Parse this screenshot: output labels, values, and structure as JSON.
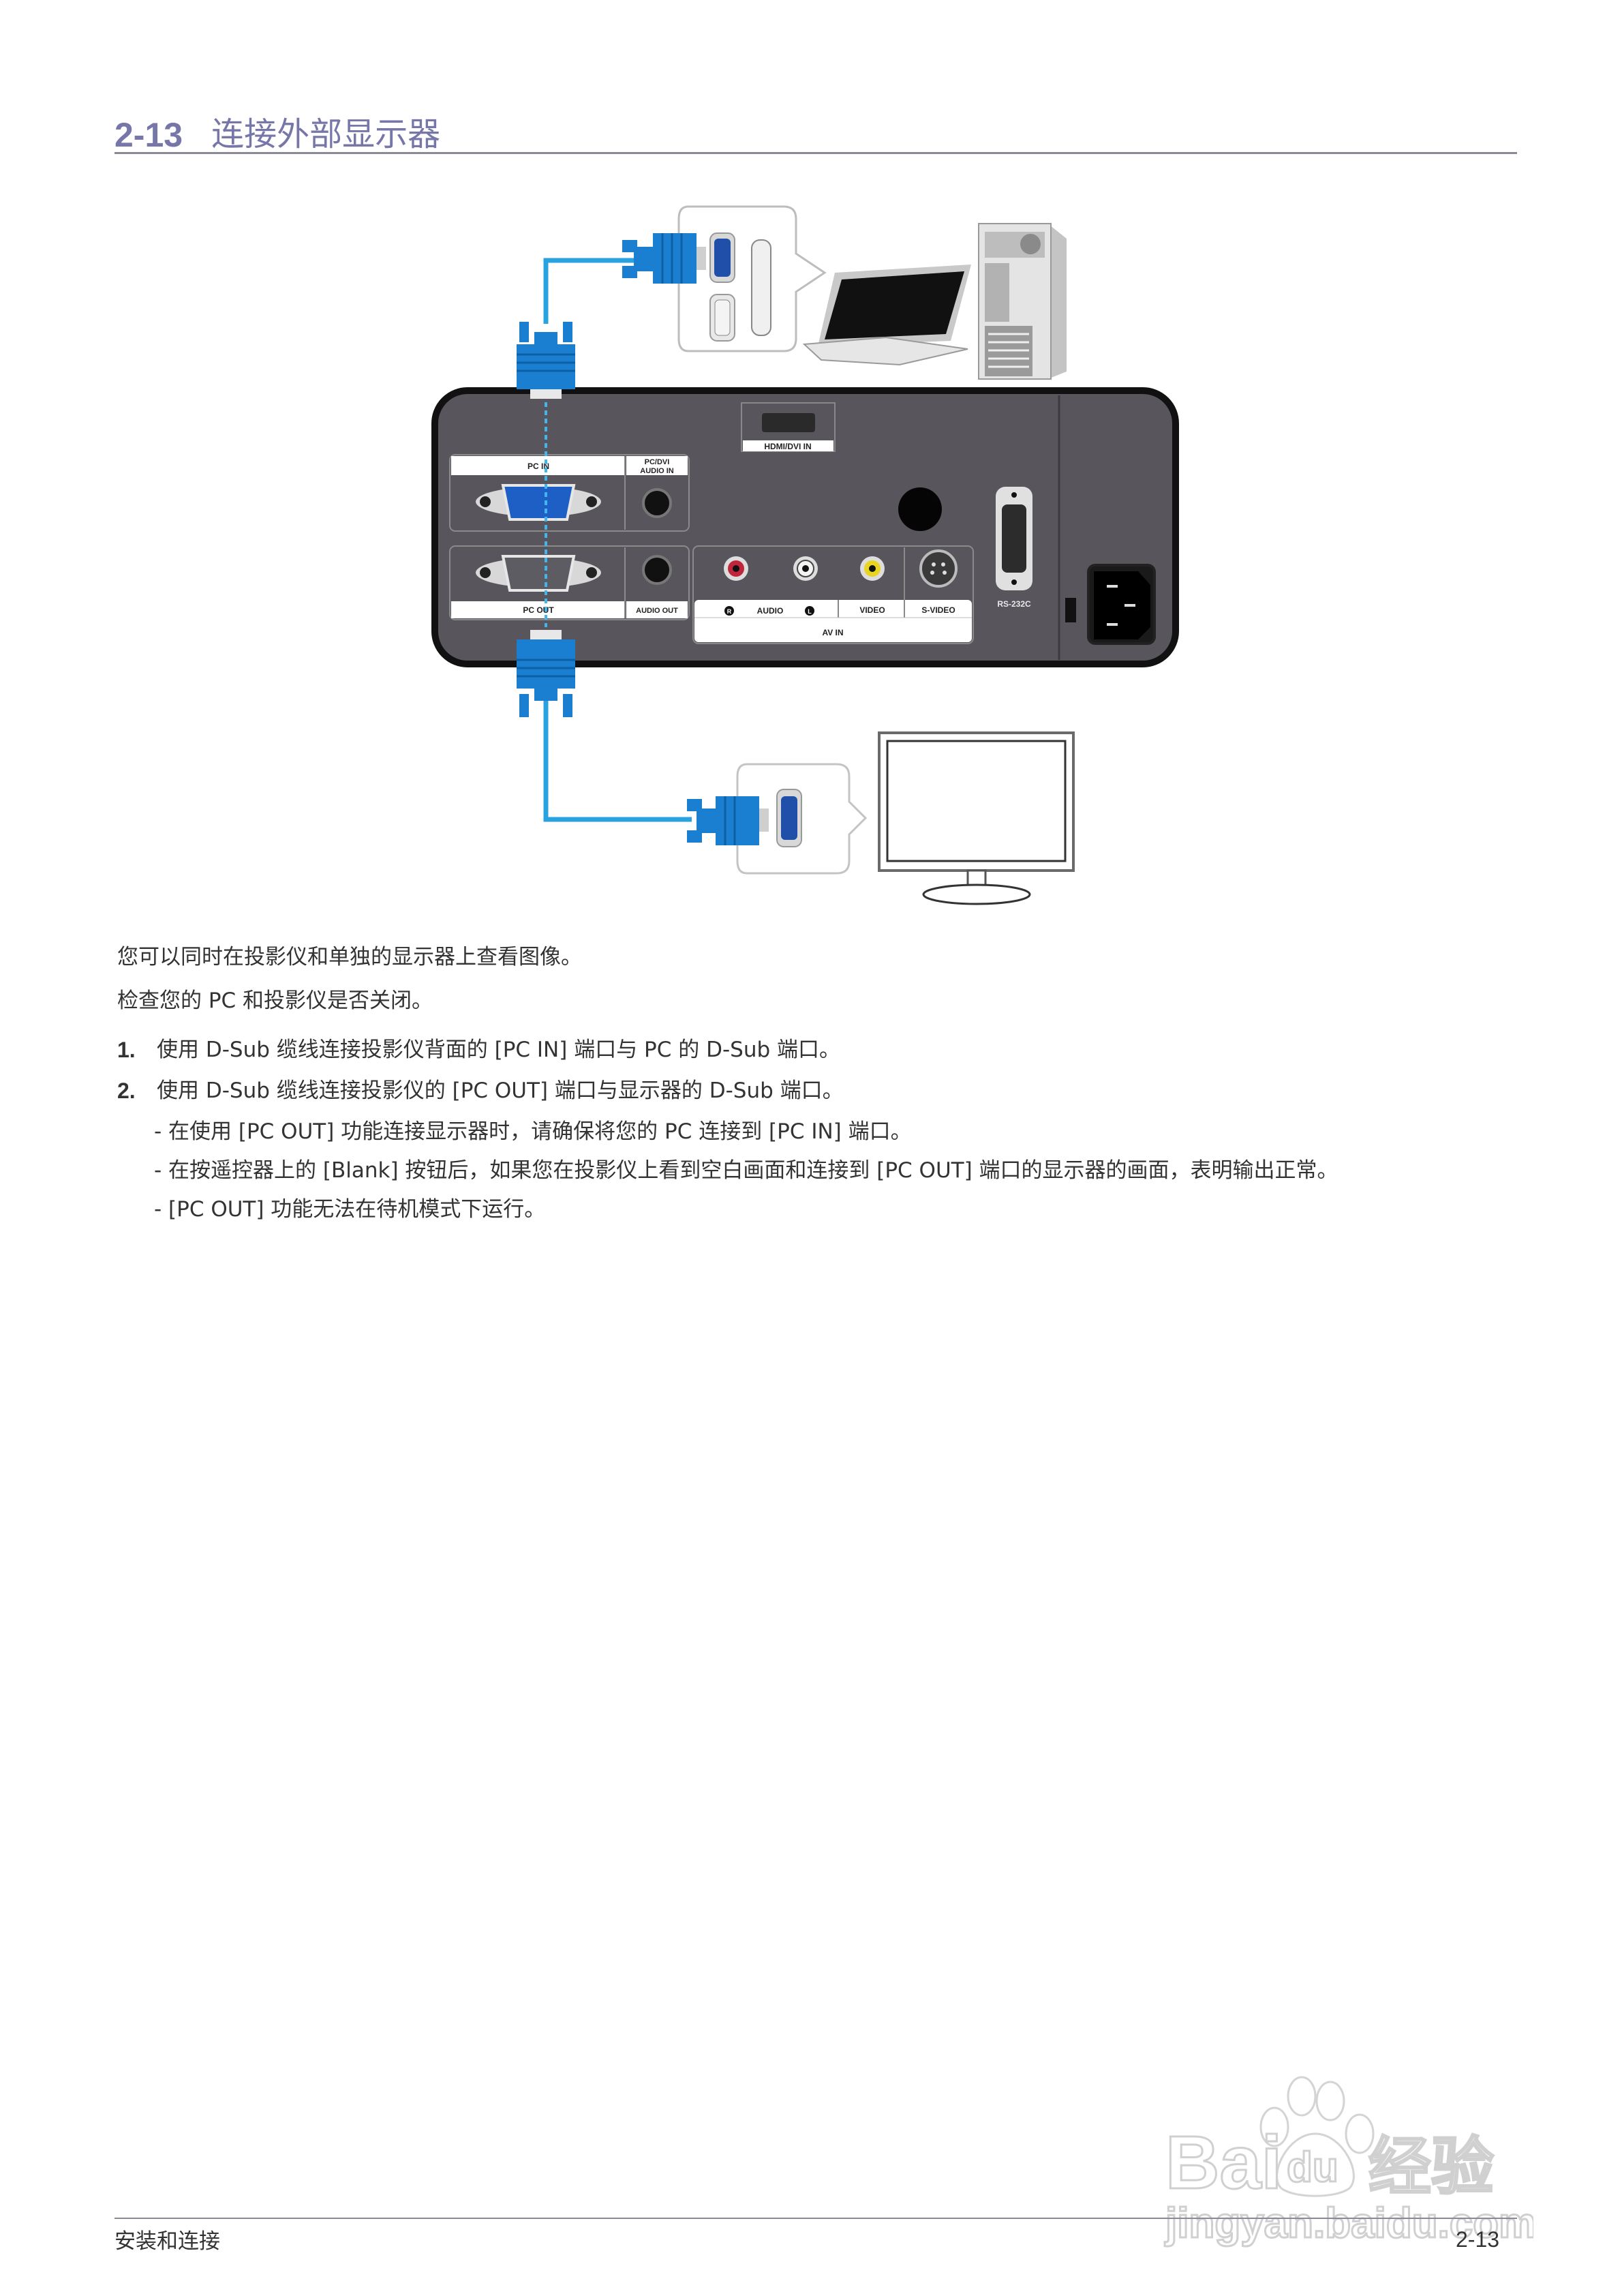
{
  "header": {
    "section_number": "2-13",
    "title": "连接外部显示器"
  },
  "diagram": {
    "projector_panel": {
      "hdmi_label": "HDMI/DVI IN",
      "pc_in_label": "PC IN",
      "pc_dvi_audio_in_label_line1": "PC/DVI",
      "pc_dvi_audio_in_label_line2": "AUDIO IN",
      "pc_out_label": "PC OUT",
      "audio_out_label": "AUDIO OUT",
      "audio_label": "AUDIO",
      "audio_r": "R",
      "audio_l": "L",
      "video_label": "VIDEO",
      "s_video_label": "S-VIDEO",
      "av_in_label": "AV IN",
      "rs232c_label": "RS-232C"
    },
    "colors": {
      "cable_blue": "#29a3e0",
      "plug_blue": "#1a7fd0",
      "panel_gray": "#58565c",
      "panel_border": "#111111"
    },
    "devices": [
      "laptop",
      "desktop-tower",
      "external-monitor"
    ]
  },
  "content": {
    "intro_lines": [
      "您可以同时在投影仪和单独的显示器上查看图像。",
      "检查您的 PC 和投影仪是否关闭。"
    ],
    "steps": [
      {
        "number": "1.",
        "text": "使用 D-Sub 缆线连接投影仪背面的 [PC IN] 端口与 PC 的 D-Sub 端口。"
      },
      {
        "number": "2.",
        "text": "使用 D-Sub 缆线连接投影仪的 [PC OUT] 端口与显示器的 D-Sub 端口。"
      }
    ],
    "notes": [
      "- 在使用 [PC OUT] 功能连接显示器时，请确保将您的 PC 连接到 [PC IN] 端口。",
      "- 在按遥控器上的 [Blank] 按钮后，如果您在投影仪上看到空白画面和连接到 [PC OUT] 端口的显示器的画面，表明输出正常。",
      "- [PC OUT] 功能无法在待机模式下运行。"
    ]
  },
  "footer": {
    "chapter": "安装和连接",
    "page": "2-13"
  },
  "watermark": {
    "brand": "Bai",
    "brand_du": "du",
    "brand_cn": "经验",
    "url": "jingyan.baidu.com"
  }
}
